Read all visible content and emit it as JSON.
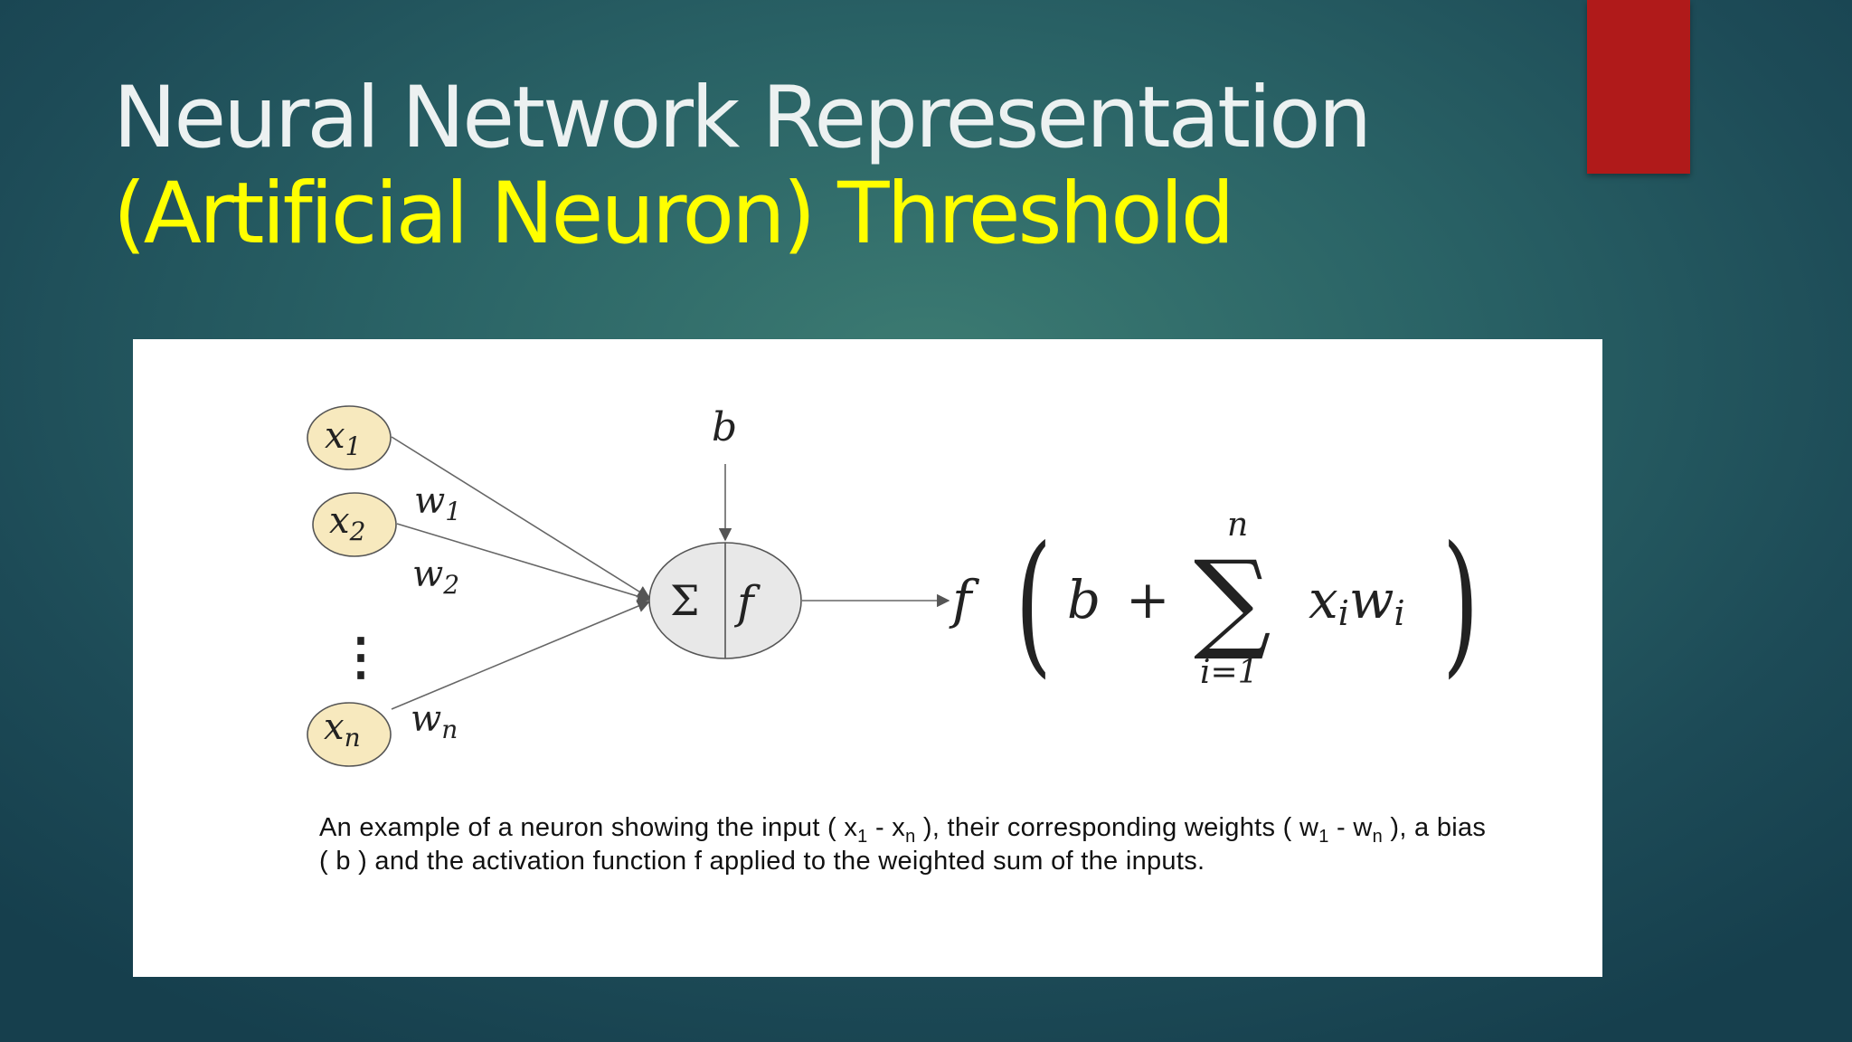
{
  "slide": {
    "title": "Neural Network Representation",
    "subtitle": "(Artificial Neuron) Threshold",
    "colors": {
      "title": "#ecf1f1",
      "subtitle": "#ffff00",
      "accent_bar": "#b01a1a"
    }
  },
  "figure": {
    "inputs": [
      {
        "var": "x",
        "sub": "1"
      },
      {
        "var": "x",
        "sub": "2"
      },
      {
        "var": "x",
        "sub": "n"
      }
    ],
    "ellipsis": "⋮",
    "weights": [
      {
        "var": "w",
        "sub": "1"
      },
      {
        "var": "w",
        "sub": "2"
      },
      {
        "var": "w",
        "sub": "n"
      }
    ],
    "bias": "b",
    "neuron": {
      "sum_symbol": "Σ",
      "activation": "f"
    },
    "formula": {
      "func": "f",
      "open_paren": "(",
      "bias": "b",
      "plus": "+",
      "sum_symbol": "∑",
      "upper_limit": "n",
      "lower_limit": "i=1",
      "term_x": "x",
      "term_w": "w",
      "index": "i",
      "close_paren": ")"
    },
    "caption": {
      "part1": "An example of a neuron showing the input ( x",
      "sub1": "1",
      "part2": " - x",
      "sub2": "n",
      "part3": " ), their corresponding weights ( w",
      "sub3": "1",
      "part4": " - w",
      "sub4": "n",
      "part5": " ), a bias ( b ) and the activation function f applied to the weighted sum of the inputs."
    },
    "colors": {
      "input_fill": "#f7e9be",
      "neuron_fill": "#e8e8e8",
      "stroke": "#555555"
    }
  }
}
